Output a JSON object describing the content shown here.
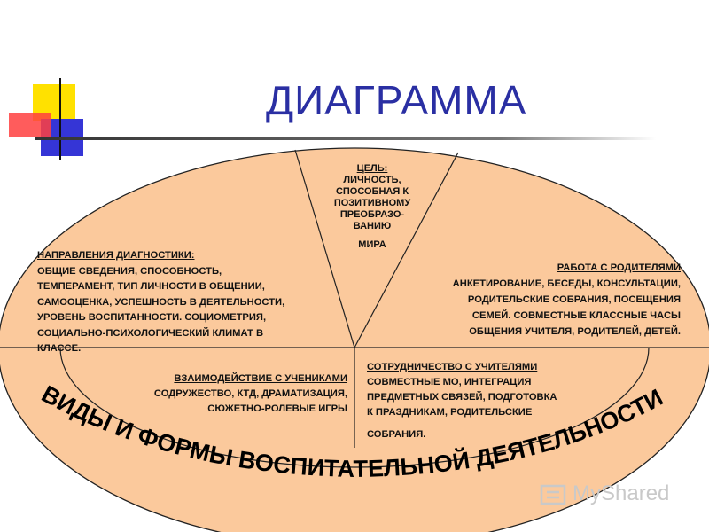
{
  "title": "ДИАГРАММА",
  "goal": {
    "heading": "ЦЕЛЬ:",
    "lines": [
      "ЛИЧНОСТЬ,",
      "СПОСОБНАЯ К",
      "ПОЗИТИВНОМУ",
      "ПРЕОБРАЗО-",
      "ВАНИЮ"
    ],
    "last": "МИРА"
  },
  "diagnostics": {
    "heading": "НАПРАВЛЕНИЯ ДИАГНОСТИКИ:",
    "lines": [
      "ОБЩИЕ СВЕДЕНИЯ, СПОСОБНОСТЬ,",
      "ТЕМПЕРАМЕНТ, ТИП ЛИЧНОСТИ В ОБЩЕНИИ,",
      "САМООЦЕНКА, УСПЕШНОСТЬ В ДЕЯТЕЛЬНОСТИ,",
      "УРОВЕНЬ ВОСПИТАННОСТИ. СОЦИОМЕТРИЯ,",
      "СОЦИАЛЬНО-ПСИХОЛОГИЧЕСКИЙ КЛИМАТ В",
      "КЛАССЕ."
    ]
  },
  "parents": {
    "heading": "РАБОТА С РОДИТЕЛЯМИ",
    "lines": [
      "АНКЕТИРОВАНИЕ, БЕСЕДЫ, КОНСУЛЬТАЦИИ,",
      "РОДИТЕЛЬСКИЕ СОБРАНИЯ, ПОСЕЩЕНИЯ",
      "СЕМЕЙ. СОВМЕСТНЫЕ КЛАССНЫЕ ЧАСЫ",
      "ОБЩЕНИЯ УЧИТЕЛЯ, РОДИТЕЛЕЙ, ДЕТЕЙ."
    ]
  },
  "students": {
    "heading": "ВЗАИМОДЕЙСТВИЕ С УЧЕНИКАМИ",
    "lines": [
      "СОДРУЖЕСТВО, КТД, ДРАМАТИЗАЦИЯ,",
      "СЮЖЕТНО-РОЛЕВЫЕ ИГРЫ"
    ]
  },
  "teachers": {
    "heading": "СОТРУДНИЧЕСТВО С УЧИТЕЛЯМИ",
    "lines": [
      "СОВМЕСТНЫЕ МО, ИНТЕГРАЦИЯ",
      "ПРЕДМЕТНЫХ СВЯЗЕЙ, ПОДГОТОВКА",
      "К ПРАЗДНИКАМ, РОДИТЕЛЬСКИЕ"
    ],
    "last": "СОБРАНИЯ."
  },
  "arc_caption": "ВИДЫ И ФОРМЫ ВОСПИТАТЕЛЬНОЙ ДЕЯТЕЛЬНОСТИ",
  "watermark": "MyShared",
  "colors": {
    "title": "#2a2fa3",
    "ellipse_fill": "#fbc99c",
    "yellow": "#ffe100",
    "red": "#ff4040",
    "blue": "#3535d6",
    "outline": "#222222"
  }
}
